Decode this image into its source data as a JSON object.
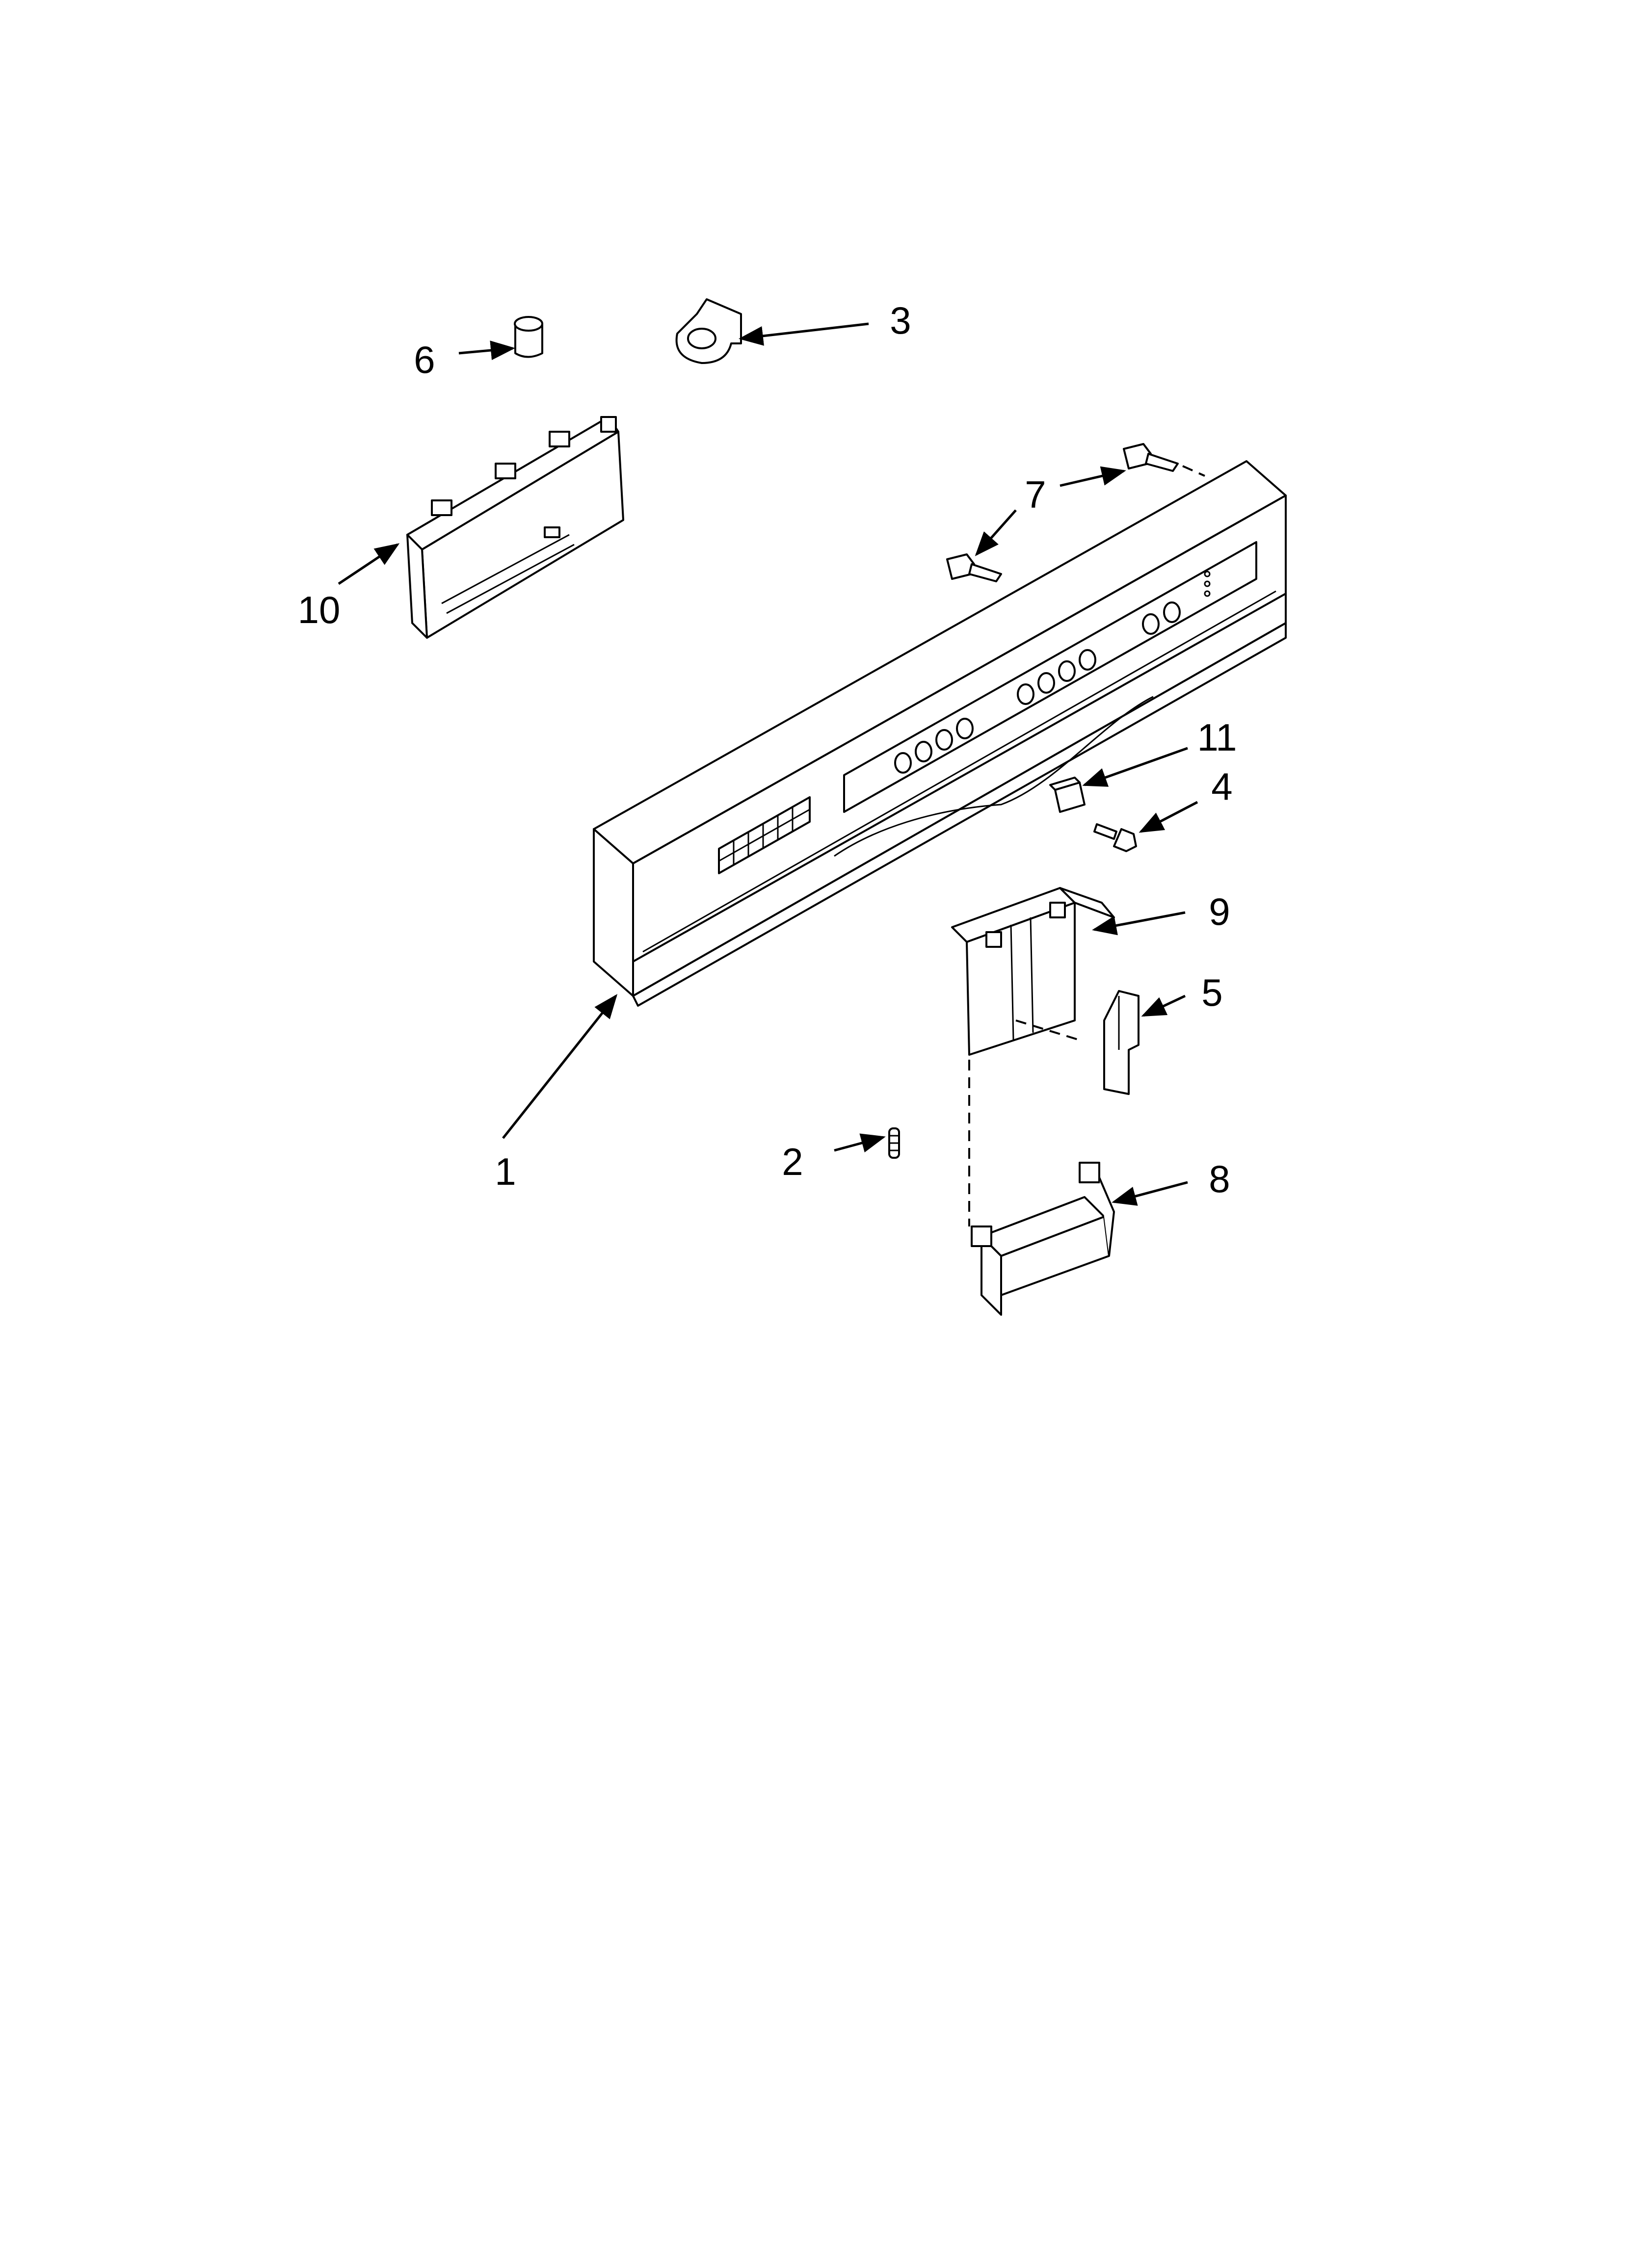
{
  "callouts": [
    {
      "id": "1",
      "label": "1"
    },
    {
      "id": "2",
      "label": "2"
    },
    {
      "id": "3",
      "label": "3"
    },
    {
      "id": "4",
      "label": "4"
    },
    {
      "id": "5",
      "label": "5"
    },
    {
      "id": "6",
      "label": "6"
    },
    {
      "id": "7",
      "label": "7"
    },
    {
      "id": "8",
      "label": "8"
    },
    {
      "id": "9",
      "label": "9"
    },
    {
      "id": "10",
      "label": "10"
    },
    {
      "id": "11",
      "label": "11"
    }
  ],
  "colors": {
    "line": "#000000",
    "background": "#ffffff"
  }
}
